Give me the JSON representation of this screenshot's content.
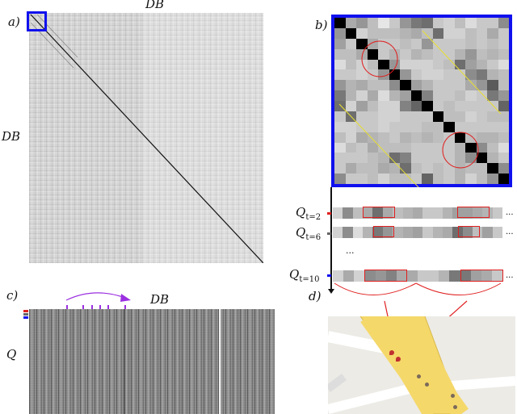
{
  "labels": {
    "a": "a)",
    "b": "b)",
    "c": "c)",
    "d": "d)",
    "db_top": "DB",
    "db_left": "DB",
    "db_c": "DB",
    "q_c": "Q",
    "q_t2": "Q",
    "q_t2_sub": "t=2",
    "q_t6": "Q",
    "q_t6_sub": "t=6",
    "q_t10": "Q",
    "q_t10_sub": "t=10",
    "ellipsis": "...",
    "ellipsis_mid": "..."
  },
  "colors": {
    "highlight_box": "#1010ee",
    "circle": "#e02020",
    "yellow_line": "#e8e030",
    "arrow_purple": "#9b30e0",
    "road": "#f5d86a",
    "map_bg": "#ecebe6"
  },
  "matrix_b": [
    [
      0,
      170,
      150,
      190,
      230,
      200,
      150,
      120,
      110,
      200,
      210,
      190,
      220,
      200,
      200,
      140
    ],
    [
      150,
      0,
      210,
      190,
      190,
      190,
      180,
      170,
      190,
      110,
      210,
      210,
      190,
      200,
      170,
      200
    ],
    [
      160,
      200,
      0,
      170,
      200,
      200,
      190,
      200,
      150,
      200,
      200,
      200,
      190,
      200,
      190,
      200
    ],
    [
      190,
      190,
      170,
      0,
      200,
      180,
      200,
      180,
      190,
      200,
      200,
      180,
      150,
      190,
      180,
      190
    ],
    [
      220,
      190,
      210,
      190,
      0,
      150,
      210,
      210,
      210,
      200,
      190,
      110,
      160,
      180,
      200,
      220
    ],
    [
      200,
      200,
      210,
      200,
      150,
      0,
      150,
      200,
      210,
      210,
      200,
      200,
      140,
      120,
      180,
      190
    ],
    [
      150,
      180,
      170,
      190,
      190,
      140,
      0,
      160,
      180,
      200,
      200,
      200,
      170,
      150,
      90,
      190
    ],
    [
      120,
      180,
      210,
      170,
      220,
      180,
      160,
      0,
      130,
      200,
      200,
      190,
      210,
      200,
      120,
      150
    ],
    [
      110,
      210,
      160,
      190,
      210,
      210,
      130,
      100,
      0,
      200,
      190,
      200,
      200,
      200,
      200,
      100
    ],
    [
      200,
      110,
      200,
      200,
      210,
      210,
      200,
      200,
      200,
      0,
      190,
      190,
      210,
      200,
      190,
      190
    ],
    [
      210,
      210,
      200,
      200,
      210,
      200,
      200,
      200,
      190,
      190,
      0,
      200,
      200,
      200,
      200,
      200
    ],
    [
      190,
      210,
      170,
      180,
      190,
      200,
      180,
      190,
      180,
      190,
      200,
      0,
      190,
      180,
      180,
      190
    ],
    [
      220,
      190,
      200,
      170,
      190,
      190,
      190,
      200,
      200,
      200,
      200,
      180,
      0,
      140,
      190,
      220
    ],
    [
      200,
      200,
      200,
      190,
      180,
      110,
      130,
      200,
      200,
      200,
      200,
      180,
      140,
      0,
      180,
      200
    ],
    [
      200,
      170,
      190,
      190,
      170,
      180,
      110,
      190,
      200,
      190,
      200,
      180,
      190,
      190,
      0,
      140
    ],
    [
      140,
      200,
      200,
      190,
      210,
      190,
      190,
      200,
      100,
      190,
      200,
      180,
      210,
      190,
      150,
      0
    ]
  ],
  "strips": [
    {
      "name": "t2",
      "values": [
        210,
        140,
        190,
        170,
        110,
        170,
        190,
        180,
        170,
        200,
        200,
        180,
        160,
        160,
        170,
        180,
        200
      ]
    },
    {
      "name": "t6",
      "values": [
        210,
        140,
        220,
        180,
        120,
        150,
        180,
        170,
        160,
        200,
        180,
        170,
        110,
        140,
        190,
        160,
        200
      ]
    },
    {
      "name": "t10",
      "values": [
        210,
        170,
        210,
        140,
        150,
        130,
        170,
        170,
        200,
        200,
        180,
        120,
        120,
        160,
        170,
        200
      ]
    }
  ],
  "map": {
    "pins": 6
  }
}
